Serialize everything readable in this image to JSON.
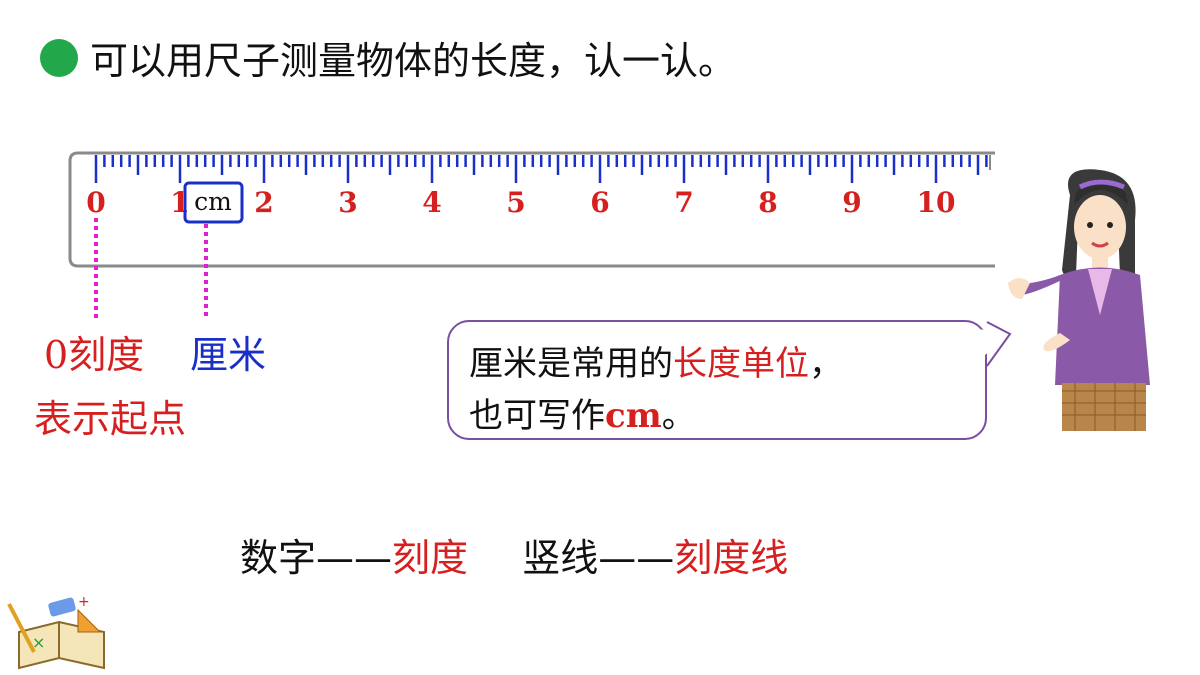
{
  "title": "可以用尺子测量物体的长度，认一认。",
  "ruler": {
    "numbers": [
      "0",
      "1",
      "2",
      "3",
      "4",
      "5",
      "6",
      "7",
      "8",
      "9",
      "10"
    ],
    "unit": "cm"
  },
  "labels": {
    "zero_mark": "0刻度",
    "zero_desc": "表示起点",
    "unit_name": "厘米"
  },
  "bubble": {
    "line1_a": "厘米是常用的",
    "line1_b": "长度单位",
    "line1_c": "，",
    "line2_a": "也可写作",
    "line2_b": "cm",
    "line2_c": "。"
  },
  "bottom": {
    "a": "数字",
    "dash": "——",
    "b": "刻度",
    "c": "竖线",
    "d": "刻度线"
  },
  "colors": {
    "accent_red": "#d62020",
    "accent_blue": "#1a2fc8",
    "bullet_green": "#22a84a",
    "bubble_border": "#7a4ea0"
  }
}
